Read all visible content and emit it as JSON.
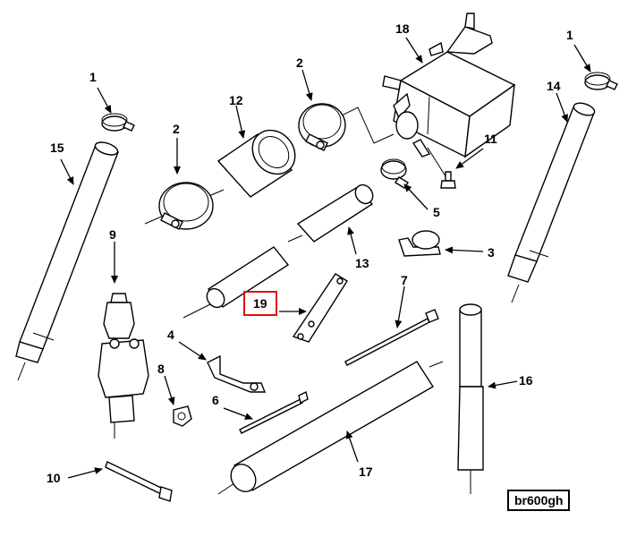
{
  "callouts": [
    {
      "id": "1a",
      "label": "1"
    },
    {
      "id": "1b",
      "label": "1"
    },
    {
      "id": "2a",
      "label": "2"
    },
    {
      "id": "2b",
      "label": "2"
    },
    {
      "id": "3",
      "label": "3"
    },
    {
      "id": "4",
      "label": "4"
    },
    {
      "id": "5",
      "label": "5"
    },
    {
      "id": "6",
      "label": "6"
    },
    {
      "id": "7",
      "label": "7"
    },
    {
      "id": "8",
      "label": "8"
    },
    {
      "id": "9",
      "label": "9"
    },
    {
      "id": "10",
      "label": "10"
    },
    {
      "id": "11",
      "label": "11"
    },
    {
      "id": "12",
      "label": "12"
    },
    {
      "id": "13",
      "label": "13"
    },
    {
      "id": "14",
      "label": "14"
    },
    {
      "id": "15",
      "label": "15"
    },
    {
      "id": "16",
      "label": "16"
    },
    {
      "id": "17",
      "label": "17"
    },
    {
      "id": "18",
      "label": "18"
    },
    {
      "id": "19",
      "label": "19",
      "highlighted": true
    }
  ],
  "diagram_code": "br600gh",
  "colors": {
    "line": "#000000",
    "highlight": "#e01010",
    "background": "#ffffff"
  }
}
